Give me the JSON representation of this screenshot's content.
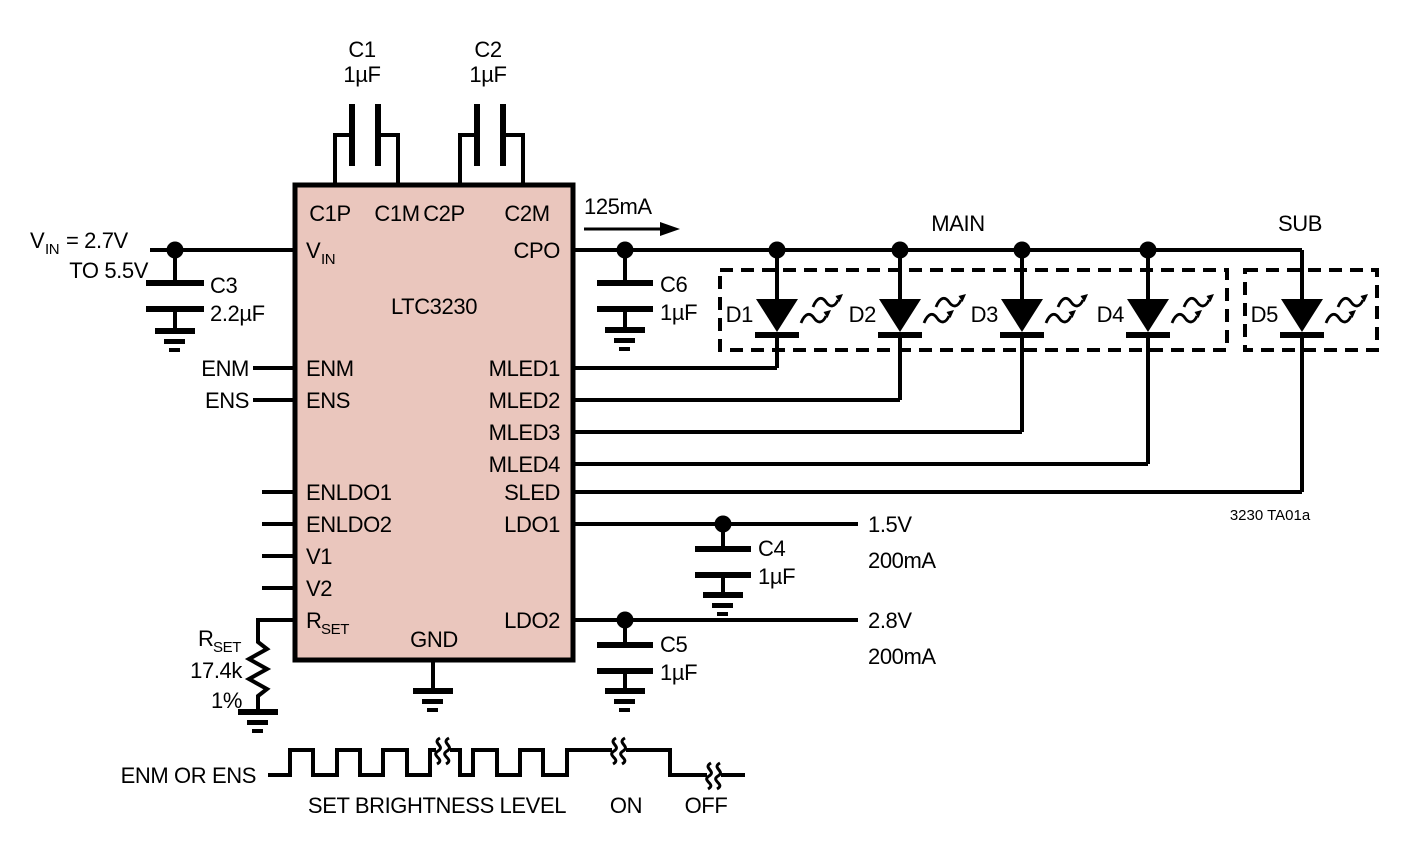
{
  "figure": {
    "note": "3230 TA01a"
  },
  "ic": {
    "part": "LTC3230",
    "pins": {
      "top": [
        "C1P",
        "C1M",
        "C2P",
        "C2M"
      ],
      "vin_base": "V",
      "vin_sub": "IN",
      "left": [
        "ENM",
        "ENS",
        "ENLDO1",
        "ENLDO2",
        "V1",
        "V2"
      ],
      "rset_base": "R",
      "rset_sub": "SET",
      "right": [
        "CPO",
        "MLED1",
        "MLED2",
        "MLED3",
        "MLED4",
        "SLED",
        "LDO1",
        "LDO2"
      ],
      "bottom": "GND"
    }
  },
  "source": {
    "v_base": "V",
    "v_sub": "IN",
    "v_eq": "= 2.7V",
    "v_range": "TO 5.5V"
  },
  "signals": {
    "enm": "ENM",
    "ens": "ENS",
    "cpo_current": "125mA"
  },
  "capacitors": {
    "c1": {
      "ref": "C1",
      "value": "1µF"
    },
    "c2": {
      "ref": "C2",
      "value": "1µF"
    },
    "c3": {
      "ref": "C3",
      "value": "2.2µF"
    },
    "c4": {
      "ref": "C4",
      "value": "1µF"
    },
    "c5": {
      "ref": "C5",
      "value": "1µF"
    },
    "c6": {
      "ref": "C6",
      "value": "1µF"
    }
  },
  "resistor": {
    "ref_base": "R",
    "ref_sub": "SET",
    "value": "17.4k",
    "tolerance": "1%"
  },
  "leds": {
    "d1": "D1",
    "d2": "D2",
    "d3": "D3",
    "d4": "D4",
    "d5": "D5",
    "main_group": "MAIN",
    "sub_group": "SUB"
  },
  "outputs": {
    "ldo1": {
      "voltage": "1.5V",
      "current": "200mA"
    },
    "ldo2": {
      "voltage": "2.8V",
      "current": "200mA"
    }
  },
  "waveform": {
    "signal": "ENM OR ENS",
    "phase_set": "SET BRIGHTNESS LEVEL",
    "phase_on": "ON",
    "phase_off": "OFF"
  }
}
